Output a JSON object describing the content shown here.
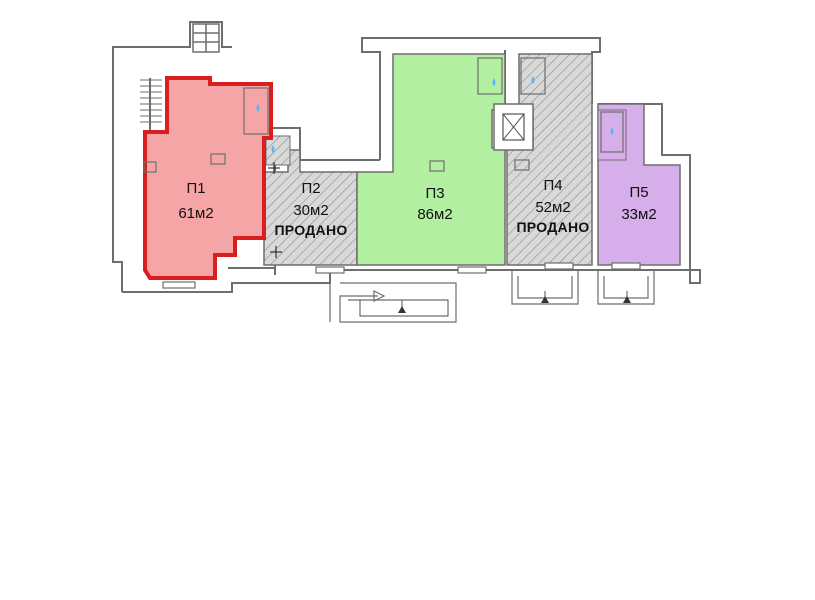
{
  "colors": {
    "p1_fill": "#F6A5A6",
    "p1_border": "#D81E1E",
    "p3_fill": "#B3EFA0",
    "p5_fill": "#D5AEEA",
    "sold_fill": "#D9D9D9",
    "wall": "#6E6E6E",
    "water_icon": "#58B6F0"
  },
  "units": [
    {
      "id": "p1",
      "name": "П1",
      "area": "61м2",
      "status": "",
      "state": "highlighted"
    },
    {
      "id": "p2",
      "name": "П2",
      "area": "30м2",
      "status": "ПРОДАНО",
      "state": "sold"
    },
    {
      "id": "p3",
      "name": "П3",
      "area": "86м2",
      "status": "",
      "state": "available"
    },
    {
      "id": "p4",
      "name": "П4",
      "area": "52м2",
      "status": "ПРОДАНО",
      "state": "sold"
    },
    {
      "id": "p5",
      "name": "П5",
      "area": "33м2",
      "status": "",
      "state": "available"
    }
  ],
  "icons": [
    "water-drop-icon",
    "stairs-icon",
    "elevator-shaft-icon",
    "entrance-arrow-icon"
  ]
}
